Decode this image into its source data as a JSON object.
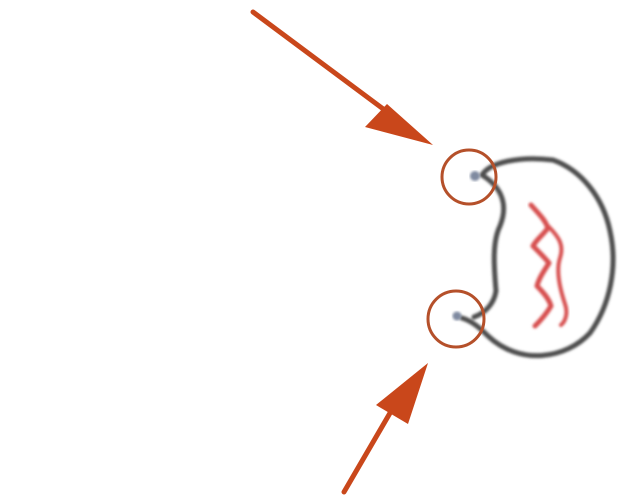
{
  "colors": {
    "background": "#ffffff",
    "arrow": "#c9471b",
    "circle": "#b5502a",
    "outline": "#4d4d4d",
    "inner_mark": "#d75050",
    "endpoint": "#7f8aa0"
  },
  "annotations": [
    {
      "id": "top-arrow",
      "points_to": "top-endpoint",
      "icon": "arrow-icon"
    },
    {
      "id": "bottom-arrow",
      "points_to": "bottom-endpoint",
      "icon": "arrow-icon"
    }
  ],
  "highlights": [
    {
      "id": "top-endpoint",
      "icon": "circle-highlight-icon"
    },
    {
      "id": "bottom-endpoint",
      "icon": "circle-highlight-icon"
    }
  ],
  "shape": {
    "icon": "open-arc-outline-icon",
    "inner_mark_icon": "red-squiggle-icon"
  }
}
